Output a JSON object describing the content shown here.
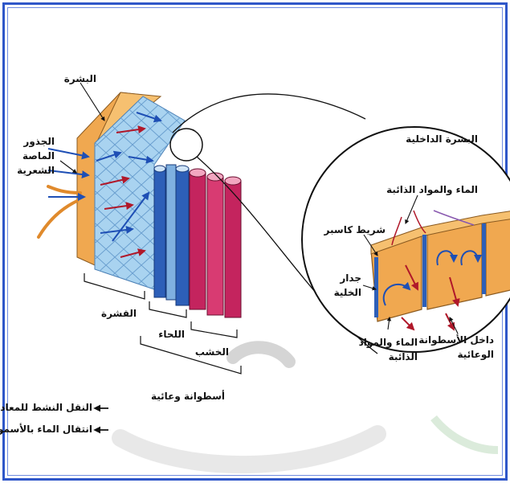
{
  "labels": {
    "epidermis": "البشرة",
    "root_hairs": [
      "الجذور",
      "الماصة",
      "الشعرية"
    ],
    "cortex": "القشرة",
    "phloem": "اللحاء",
    "xylem": "الخشب",
    "vascular_cylinder": "أسطوانة وعائية",
    "endodermis": "البشرة الداخلية",
    "water_minerals_top": "الماء والمواد الذائبة",
    "casparian_strip": "شريط كاسبر",
    "cell_wall": [
      "جدار",
      "الخلية"
    ],
    "water_minerals_bottom": [
      "الماء والمواد",
      "الذائبة"
    ],
    "into_cylinder": [
      "داخل الأسطوانة",
      "الوعائية"
    ]
  },
  "legend": {
    "active_transport": "النقل النشط للمعادن",
    "water_movement": "انتقال الماء بالأسموزية"
  },
  "colors": {
    "frame": "#2f57c9",
    "cortex": "#a9d3f0",
    "epidermis": "#f0a850",
    "phloem": "#2d5fb8",
    "xylem": "#c4245e",
    "arrow_blue": "#1e4fb5",
    "arrow_red": "#b0182a"
  }
}
